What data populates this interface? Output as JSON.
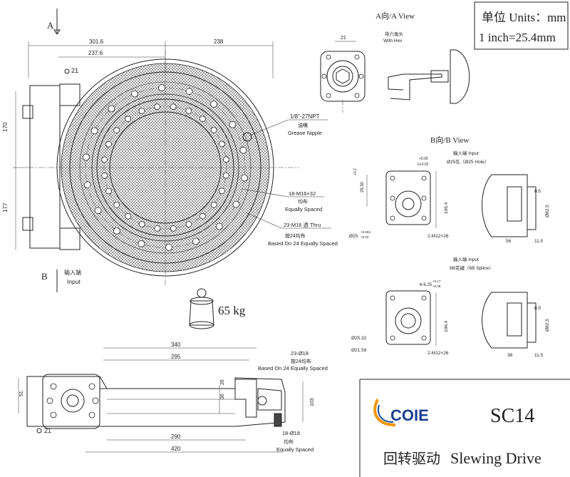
{
  "units_box": {
    "line1": "单位 Units：mm",
    "line2": "1 inch=25.4mm"
  },
  "view_a": {
    "title": "A向/A View",
    "sub_cn": "带六角头",
    "sub_en": "With Hex",
    "dim_21": "21"
  },
  "view_b": {
    "title": "B向/B View",
    "input_cn": "输入端  Input",
    "hole_label": "Ø25孔（Ø25 Hole）",
    "tol_hi": "+0.06",
    "tol_lo": "0+0.02",
    "dim_height": "28.30",
    "dim_height_tol": "+0.2",
    "dim_106": "106.4",
    "bore": "Ø25",
    "bore_tol_hi": "+0.053",
    "bore_tol_lo": "+0.02",
    "screws": "2-M12×26",
    "dim_85": "8.5",
    "dim_825": "Ø82.5",
    "dim_56": "56",
    "dim_115": "11.5"
  },
  "view_b2": {
    "input_cn": "输入端  Input",
    "spline": "6B花键（6B Spline）",
    "spline_dim": "6-6.25",
    "spline_tol_hi": "+0.17",
    "spline_tol_lo": "+0.08",
    "dim_2532": "Ø25.32",
    "dim_2159": "Ø21.59",
    "dim_106": "106.4",
    "screws": "2-M12×26",
    "dim_85": "8.5",
    "dim_825": "Ø82.5",
    "dim_38": "38",
    "dim_115": "11.5"
  },
  "main_view": {
    "label_a": "A",
    "label_b": "B",
    "dim_3016": "301.6",
    "dim_2376": "237.6",
    "dim_238": "238",
    "dim_21": "21",
    "dim_170": "170",
    "dim_177": "177",
    "npt": "1/8\"-27NPT",
    "grease_cn": "油嘴",
    "grease_en": "Grease Nipple",
    "bolt1_a": "18-M16×32",
    "bolt1_cn": "均布",
    "bolt1_en": "Equally Spaced",
    "bolt2_a": "23-M16 透 Thru",
    "bolt2_cn": "按24均布",
    "bolt2_en": "Based On 24 Equally Spaced",
    "input_cn": "输入端",
    "input_en": "Input"
  },
  "weight": {
    "value": "65 kg"
  },
  "bottom_view": {
    "d340": "340",
    "d295": "295",
    "d23": "23-Ø18",
    "d23_cn": "按24均布",
    "d23_en": "Based On 24 Equally Spaced",
    "d51": "51",
    "d36": "36",
    "d26": "26",
    "d103": "103",
    "d21": "21",
    "d290": "290",
    "d420": "420",
    "d18": "18-Ø18",
    "d18_cn": "均布",
    "d18_en": "Equally Spaced"
  },
  "brand": {
    "logo_text": "COIE",
    "model": "SC14",
    "product_cn": "回转驱动",
    "product_en": "Slewing Drive"
  }
}
